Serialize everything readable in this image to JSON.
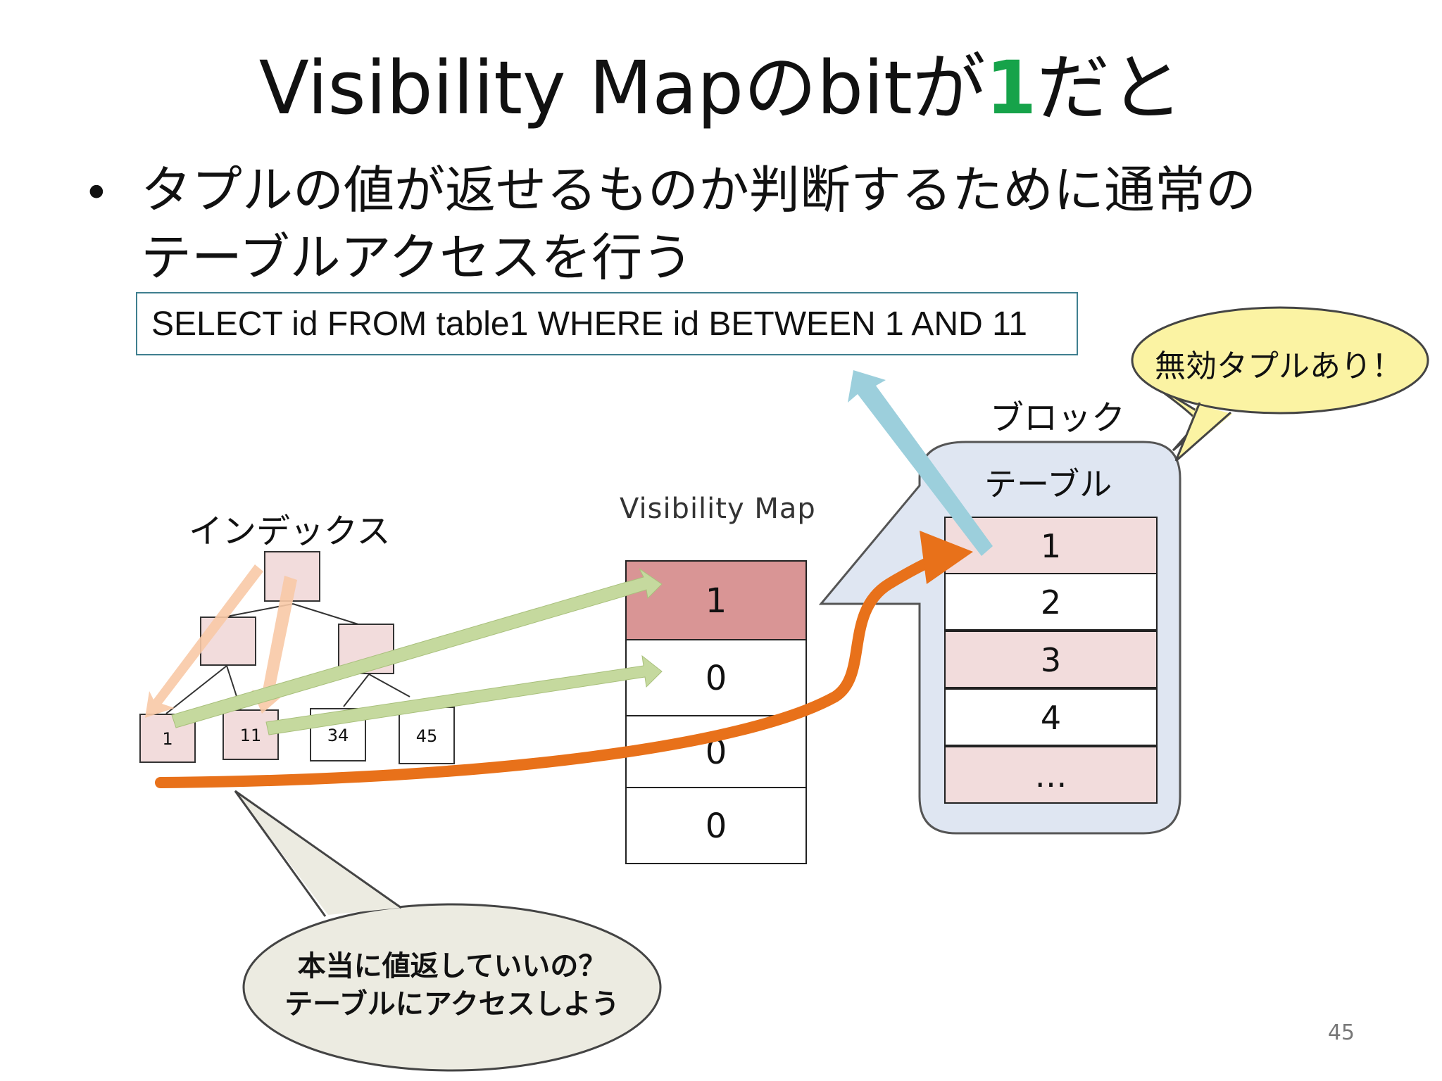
{
  "slide": {
    "title_prefix": "Visibility Mapのbitが",
    "title_highlight": "1",
    "title_suffix": "だと",
    "bullet_line1": "タプルの値が返せるものか判断するために通常の",
    "bullet_line2": "テーブルアクセスを行う",
    "sql": "SELECT id FROM table1 WHERE id BETWEEN 1 AND 11",
    "page_number": "45"
  },
  "index": {
    "label": "インデックス",
    "leaves": [
      "1",
      "11",
      "34",
      "45"
    ]
  },
  "visibility_map": {
    "label": "Visibility Map",
    "bits": [
      "1",
      "0",
      "0",
      "0"
    ]
  },
  "block": {
    "label": "ブロック",
    "table_label": "テーブル",
    "rows": [
      "1",
      "2",
      "3",
      "4",
      "…"
    ]
  },
  "callouts": {
    "dead_tuple": "無効タプルあり！",
    "question_line1": "本当に値返していいの？",
    "question_line2": "テーブルにアクセスしよう"
  },
  "colors": {
    "title_highlight": "#16a34a",
    "vm_set": "#d99595",
    "tuple_pink": "#f2dcdc",
    "index_arrow": "#f8c9a6",
    "vm_arrow": "#c5d99e",
    "access_arrow": "#e8711a",
    "return_arrow": "#9ccfdc",
    "block_bg": "#dfe6f2",
    "yellow_callout": "#fbf3a3",
    "gray_callout": "#ecebe1"
  }
}
